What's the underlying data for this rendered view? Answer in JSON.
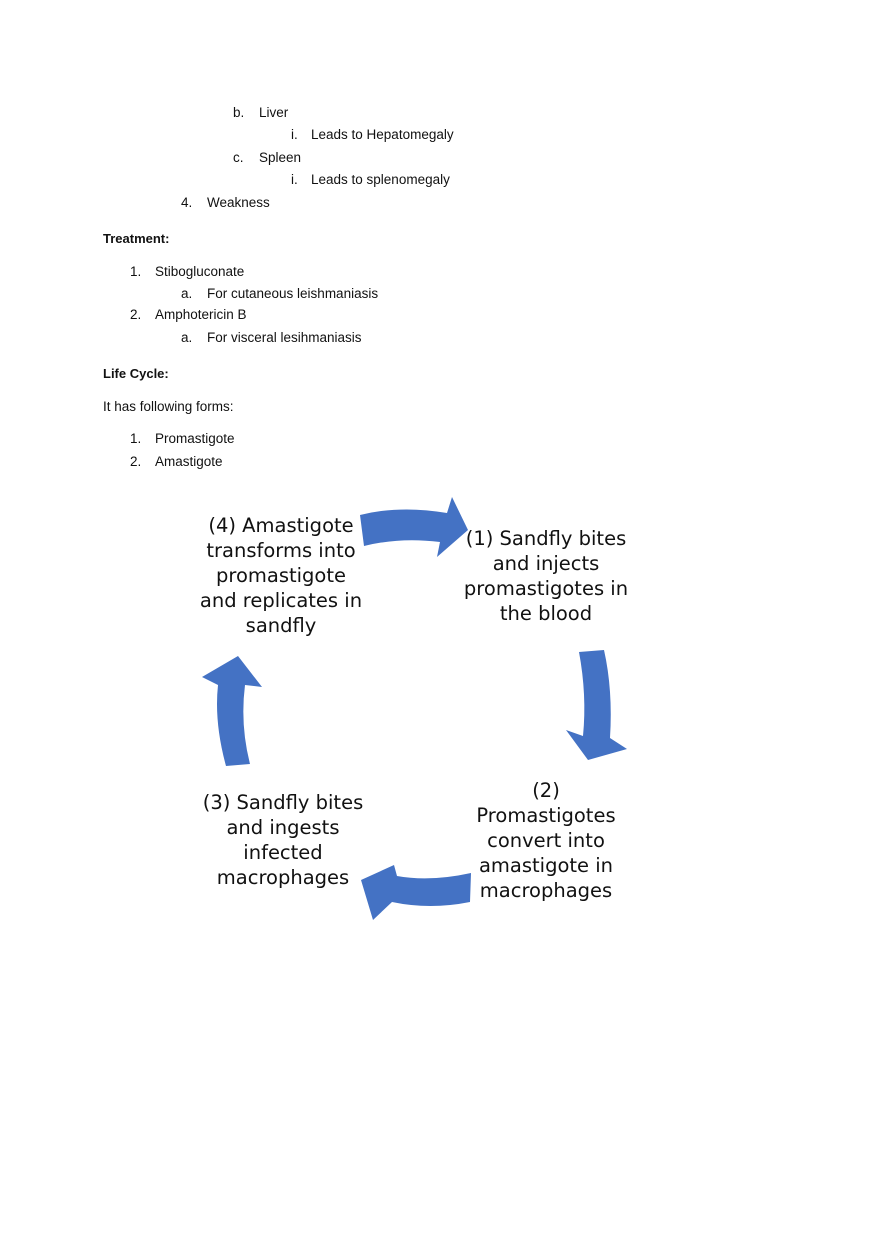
{
  "continued_list": {
    "item_b": {
      "marker": "b.",
      "label": "Liver"
    },
    "item_b_sub": {
      "marker": "i.",
      "label": "Leads to Hepatomegaly"
    },
    "item_c": {
      "marker": "c.",
      "label": "Spleen"
    },
    "item_c_sub": {
      "marker": "i.",
      "label": "Leads to splenomegaly"
    },
    "item_4": {
      "marker": "4.",
      "label": "Weakness"
    }
  },
  "treatment": {
    "heading": "Treatment:",
    "items": [
      {
        "marker": "1.",
        "label": "Stibogluconate",
        "sub": {
          "marker": "a.",
          "label": "For cutaneous leishmaniasis"
        }
      },
      {
        "marker": "2.",
        "label": "Amphotericin B",
        "sub": {
          "marker": "a.",
          "label": "For visceral lesihmaniasis"
        }
      }
    ]
  },
  "life_cycle": {
    "heading": "Life Cycle:",
    "intro": "It has following forms:",
    "forms": [
      {
        "marker": "1.",
        "label": "Promastigote"
      },
      {
        "marker": "2.",
        "label": "Amastigote"
      }
    ]
  },
  "diagram": {
    "arrow_color": "#4472C4",
    "steps": [
      "(1) Sandfly bites and injects promastigotes in the blood",
      "(2) Promastigotes convert into amastigote in macrophages",
      "(3) Sandfly bites and ingests infected macrophages",
      "(4) Amastigote transforms into promastigote and replicates in sandfly"
    ]
  }
}
